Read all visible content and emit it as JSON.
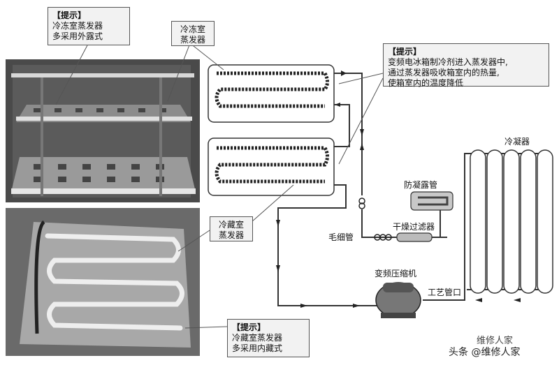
{
  "tip_freezer": {
    "header": "【提示】",
    "line1": "冷冻室蒸发器",
    "line2": "多采用外露式"
  },
  "tip_system": {
    "header": "【提示】",
    "line1": "变频电冰箱制冷剂进入蒸发器中,",
    "line2": "通过蒸发器吸收箱室内的热量,",
    "line3": "使箱室内的温度降低"
  },
  "tip_fridge": {
    "header": "【提示】",
    "line1": "冷藏室蒸发器",
    "line2": "多采用内藏式"
  },
  "labels": {
    "freezer_evap_1": "冷冻室",
    "freezer_evap_2": "蒸发器",
    "fridge_evap_1": "冷藏室",
    "fridge_evap_2": "蒸发器",
    "condenser": "冷凝器",
    "anti_condensation": "防凝露管",
    "filter_drier": "干燥过滤器",
    "capillary": "毛细管",
    "compressor": "变频压缩机",
    "process_port": "工艺管口"
  },
  "watermark": {
    "text1": "维修人家",
    "text2": "头条 @维修人家"
  }
}
